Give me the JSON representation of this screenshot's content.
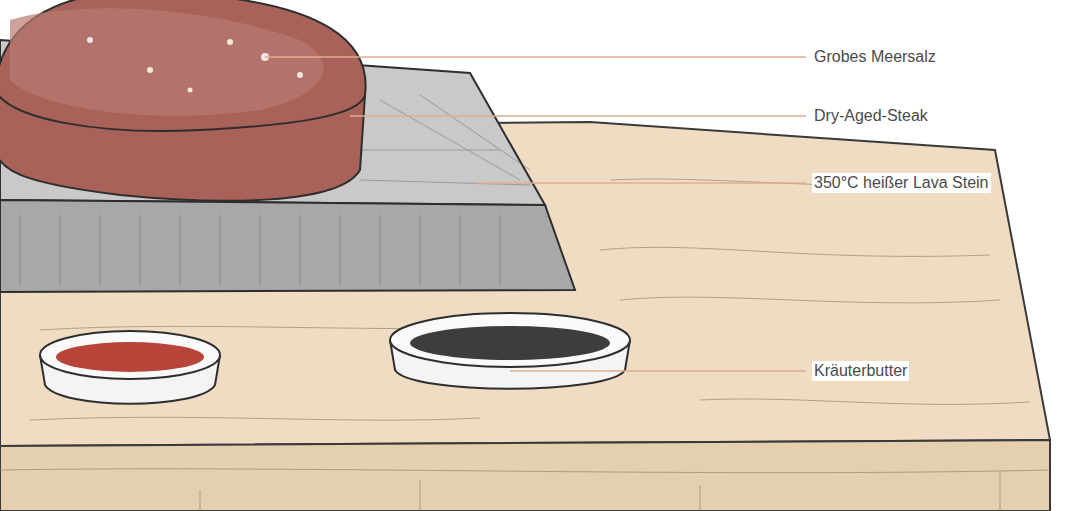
{
  "diagram": {
    "labels": [
      "Grobes Meersalz",
      "Dry-Aged-Steak",
      "350°C heißer Lava Stein",
      "Kräuterbutter"
    ]
  }
}
